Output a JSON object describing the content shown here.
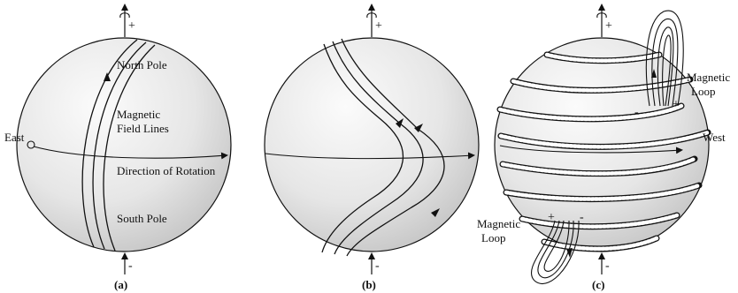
{
  "panels": {
    "a": {
      "caption": "(a)",
      "labels": {
        "north_pole": "North Pole",
        "magnetic_field_lines_1": "Magnetic",
        "magnetic_field_lines_2": "Field Lines",
        "east": "East",
        "direction_of_rotation": "Direction of Rotation",
        "south_pole": "South Pole"
      },
      "top_sign": "+",
      "bottom_sign": "-"
    },
    "b": {
      "caption": "(b)",
      "top_sign": "+",
      "bottom_sign": "-"
    },
    "c": {
      "caption": "(c)",
      "labels": {
        "magnetic_loop_upper_1": "Magnetic",
        "magnetic_loop_upper_2": "Loop",
        "west": "West",
        "magnetic_loop_lower_1": "Magnetic",
        "magnetic_loop_lower_2": "Loop",
        "upper_minus": "-",
        "upper_plus": "+",
        "lower_plus": "+",
        "lower_minus": "-"
      },
      "top_sign": "+",
      "bottom_sign": "-"
    }
  },
  "colors": {
    "sphere_light": "#f4f4f4",
    "sphere_dark": "#c9c9c9",
    "stroke": "#111111"
  }
}
